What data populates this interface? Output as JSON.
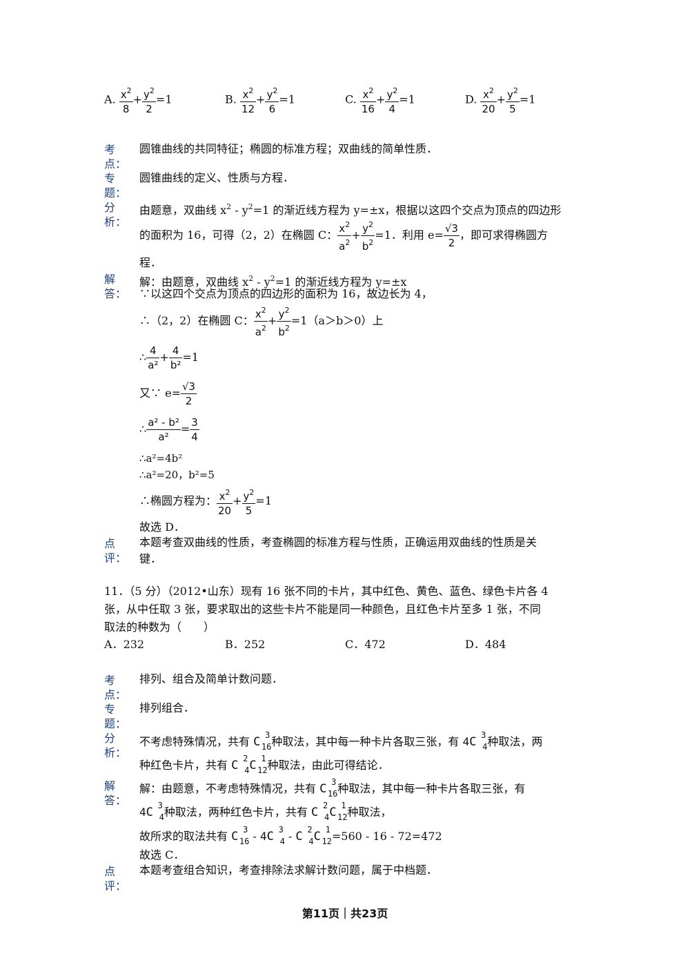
{
  "q10_options": {
    "A": {
      "letter": "A.",
      "num1": "x",
      "num2": "y",
      "den1": "8",
      "den2": "2"
    },
    "B": {
      "letter": "B.",
      "num1": "x",
      "num2": "y",
      "den1": "12",
      "den2": "6"
    },
    "C": {
      "letter": "C.",
      "num1": "x",
      "num2": "y",
      "den1": "16",
      "den2": "4"
    },
    "D": {
      "letter": "D.",
      "num1": "x",
      "num2": "y",
      "den1": "20",
      "den2": "5"
    },
    "sq": "2",
    "eq1": "=1"
  },
  "labels": {
    "kaodian": "考点：",
    "zhuanti": "专题：",
    "fenxi": "分析：",
    "jieda": "解答：",
    "dianping": "点评："
  },
  "q10": {
    "kaodian": "圆锥曲线的共同特征；椭圆的标准方程；双曲线的简单性质．",
    "zhuanti": "圆锥曲线的定义、性质与方程．",
    "fenxi_1a": "由题意，双曲线 x",
    "fenxi_1b": " - y",
    "fenxi_1c": "=1 的渐近线方程为 y=±x，根据以这四个交点为顶点的四边形",
    "fenxi_2a": "的面积为 16，可得（2，2）在椭圆 C：",
    "fenxi_2b": "=1．利用 ",
    "fenxi_2c": "，即可求得椭圆方",
    "fenxi_3": "程．",
    "jieda_1a": "解：由题意，双曲线 x",
    "jieda_1b": " - y",
    "jieda_1c": "=1 的渐近线方程为 y=±x",
    "jieda_2": "∵以这四个交点为顶点的四边形的面积为 16，故边长为 4，",
    "jieda_3a": "∴（2，2）在椭圆 C：",
    "jieda_3b": "=1（a＞b＞0）上",
    "jieda_4a": "∴",
    "jieda_4b": "=1",
    "jieda_5a": "又∵ ",
    "jieda_6a": "∴",
    "jieda_7": "∴a²=4b²",
    "jieda_8": "∴a²=20，b²=5",
    "jieda_9a": "∴椭圆方程为：",
    "jieda_9b": "=1",
    "jieda_10": "故选 D．",
    "dianping_1": "本题考查双曲线的性质，考查椭圆的标准方程与性质，正确运用双曲线的性质是关",
    "dianping_2": "键．",
    "e_eq": "e=",
    "sqrt3": "3",
    "two": "2",
    "four": "4",
    "three": "3",
    "a": "a",
    "b": "b",
    "x": "x",
    "y": "y",
    "a2mb2": "a² - b²",
    "a2": "a²",
    "b2": "b²"
  },
  "q11": {
    "stem_1": "11．（5 分）（2012•山东）现有 16 张不同的卡片，其中红色、黄色、蓝色、绿色卡片各 4",
    "stem_2": "张，从中任取 3 张，要求取出的这些卡片不能是同一种颜色，且红色卡片至多 1 张，不同",
    "stem_3": "取法的种数为（　　）",
    "options": [
      {
        "letter": "A．",
        "value": "232"
      },
      {
        "letter": "B．",
        "value": "252"
      },
      {
        "letter": "C．",
        "value": "472"
      },
      {
        "letter": "D．",
        "value": "484"
      }
    ],
    "kaodian": "排列、组合及简单计数问题．",
    "zhuanti": "排列组合．",
    "fenxi_1a": "不考虑特殊情况，共有 ",
    "fenxi_1b": "种取法，其中每一种卡片各取三张，有 ",
    "fenxi_1c": "种取法，两",
    "fenxi_2a": "种红色卡片，共有 ",
    "fenxi_2b": "种取法，由此可得结论．",
    "jieda_1a": "解：由题意，不考虑特殊情况，共有 ",
    "jieda_1b": "种取法，其中每一种卡片各取三张，有",
    "jieda_2b": "种取法，两种红色卡片，共有 ",
    "jieda_2c": "种取法，",
    "jieda_3a": "故所求的取法共有 ",
    "jieda_3b": "=560 - 16 - 72=472",
    "jieda_4": "故选 C．",
    "dianping": "本题考查组合知识，考查排除法求解计数问题，属于中档题．",
    "C": "C",
    "four_coef": "4",
    "minus": " - ",
    "n16": "16",
    "n4": "4",
    "n12": "12",
    "k3": "3",
    "k2": "2",
    "k1": "1"
  },
  "footer": "第11页｜共23页"
}
